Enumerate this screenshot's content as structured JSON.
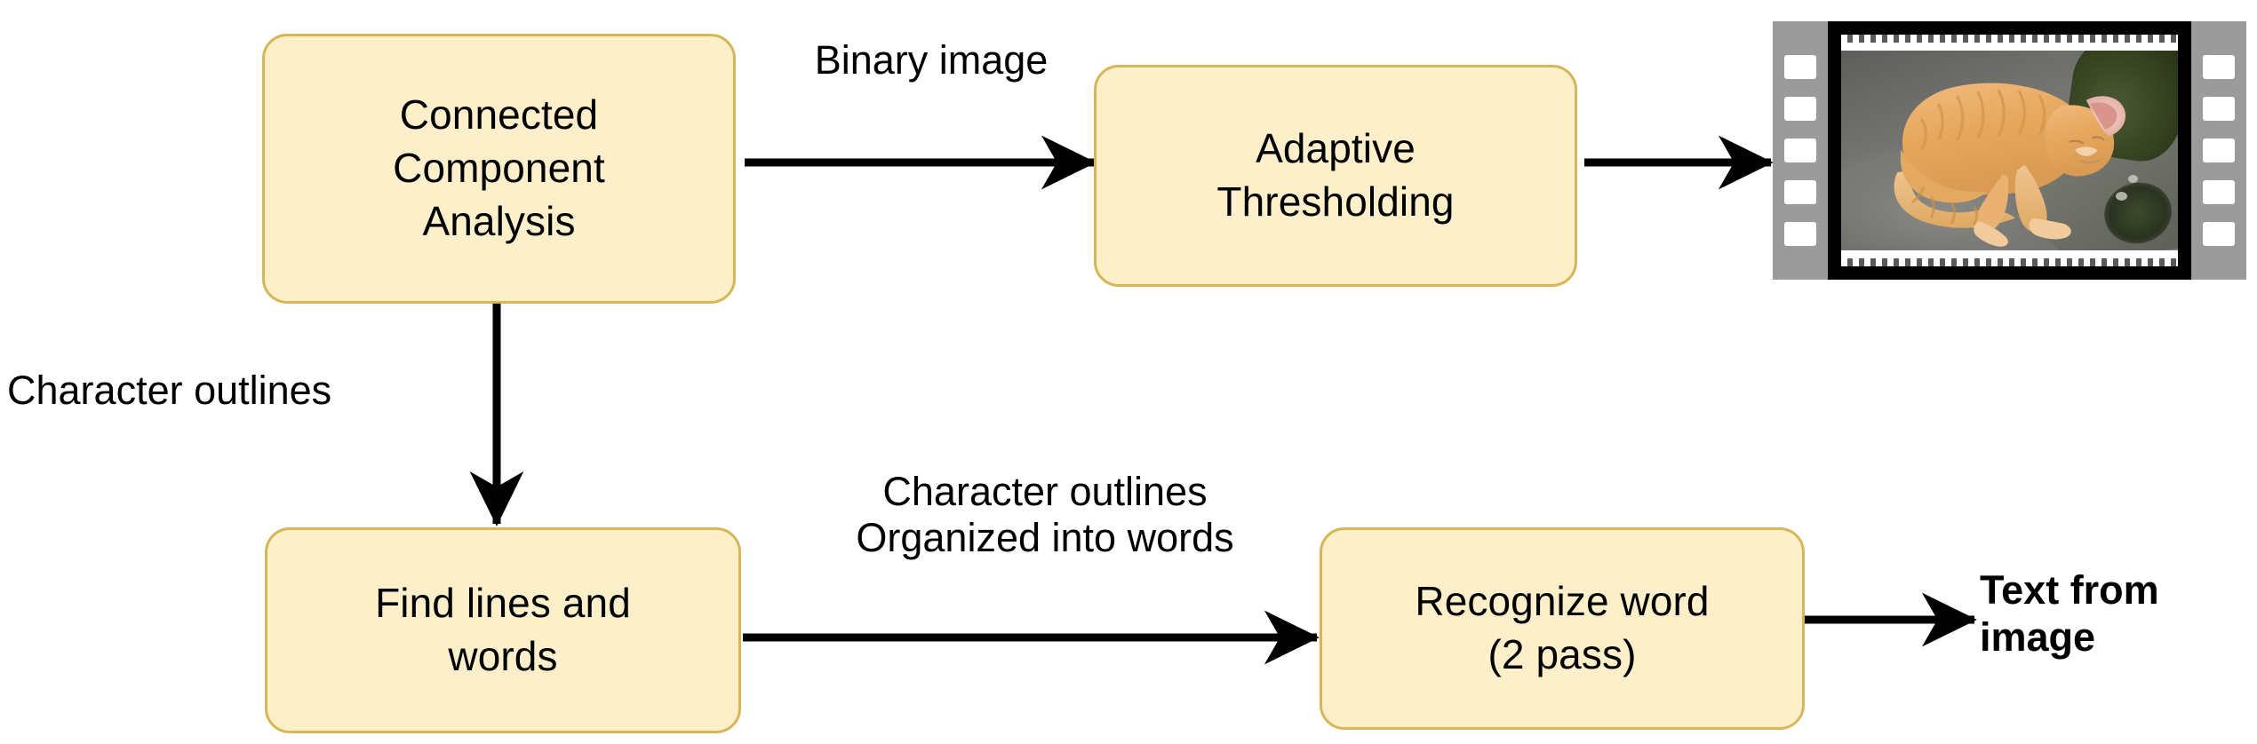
{
  "diagram": {
    "type": "flowchart",
    "title": "OCR processing pipeline",
    "theme": {
      "node_fill": "#fcefca",
      "node_border": "#d6b656",
      "arrow_color": "#000000",
      "text_color": "#000000",
      "background": "#ffffff",
      "filmstrip_gray": "#9b9b9b",
      "filmstrip_black": "#000000"
    },
    "nodes": [
      {
        "id": "connected-component-analysis",
        "lines": [
          "Connected",
          "Component",
          "Analysis"
        ]
      },
      {
        "id": "adaptive-thresholding",
        "lines": [
          "Adaptive",
          "Thresholding"
        ]
      },
      {
        "id": "find-lines-and-words",
        "lines": [
          "Find lines and",
          "words"
        ]
      },
      {
        "id": "recognize-word",
        "lines": [
          "Recognize word",
          "(2 pass)"
        ]
      }
    ],
    "edge_labels": [
      {
        "id": "binary-image",
        "lines": [
          "Binary image"
        ]
      },
      {
        "id": "character-outlines",
        "lines": [
          "Character outlines"
        ]
      },
      {
        "id": "character-outlines-organized",
        "lines": [
          "Character outlines",
          "Organized into words"
        ]
      }
    ],
    "terminals": [
      {
        "id": "text-from-image",
        "lines": [
          "Text from",
          "image"
        ]
      }
    ],
    "image_node": {
      "id": "input-image-filmstrip",
      "alt": "film strip containing a photo of an orange tabby cat sleeping on a gray stone",
      "sprocket_count_per_side": 5
    }
  }
}
